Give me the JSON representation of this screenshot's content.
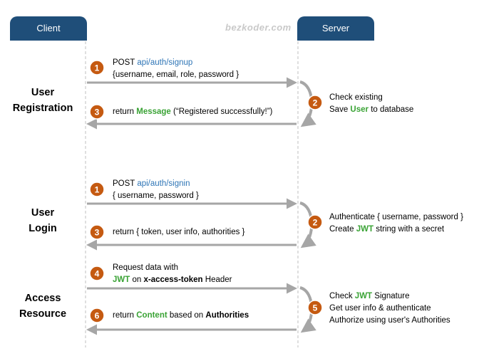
{
  "header": {
    "client": "Client",
    "server": "Server",
    "watermark": "bezkoder.com"
  },
  "sections": {
    "registration": [
      "User",
      "Registration"
    ],
    "login": [
      "User",
      "Login"
    ],
    "access": [
      "Access",
      "Resource"
    ]
  },
  "steps": {
    "reg1": {
      "num": "1",
      "line1_prefix": "POST ",
      "line1_endpoint": "api/auth/signup",
      "line2": "{username, email, role, password }"
    },
    "reg2": {
      "num": "2",
      "line1": "Check existing",
      "line2_prefix": "Save ",
      "line2_highlight": "User",
      "line2_suffix": " to database"
    },
    "reg3": {
      "num": "3",
      "prefix": "return ",
      "highlight": "Message",
      "suffix": " (“Registered successfully!”)"
    },
    "log1": {
      "num": "1",
      "line1_prefix": "POST ",
      "line1_endpoint": "api/auth/signin",
      "line2": "{ username, password }"
    },
    "log2": {
      "num": "2",
      "line1": "Authenticate { username, password }",
      "line2_prefix": "Create ",
      "line2_highlight": "JWT",
      "line2_suffix": " string with a secret"
    },
    "log3": {
      "num": "3",
      "text": "return { token, user info, authorities }"
    },
    "acc4": {
      "num": "4",
      "line1": "Request  data with",
      "line2_highlight": "JWT",
      "line2_mid": " on ",
      "line2_bold": "x-access-token",
      "line2_suffix": " Header"
    },
    "acc5": {
      "num": "5",
      "line1_prefix": "Check ",
      "line1_highlight": "JWT",
      "line1_suffix": " Signature",
      "line2": "Get user info & authenticate",
      "line3": "Authorize using user's Authorities"
    },
    "acc6": {
      "num": "6",
      "prefix": "return ",
      "highlight": "Content",
      "mid": " based on ",
      "bold": "Authorities"
    }
  },
  "colors": {
    "header": "#1f4e79",
    "step_circle": "#c55a11",
    "arrow": "#a6a6a6",
    "highlight_green": "#3aa335",
    "endpoint_blue": "#2e75b6"
  }
}
